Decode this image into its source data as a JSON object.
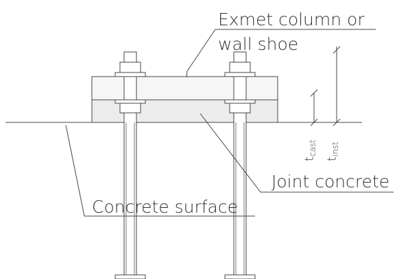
{
  "labels": {
    "shoe_line1": "Exmet column or",
    "shoe_line2": "wall shoe",
    "joint": "Joint concrete",
    "surface": "Concrete surface",
    "t_cast_main": "t",
    "t_cast_sub": "cast",
    "t_inst_main": "t",
    "t_inst_sub": "inst"
  },
  "colors": {
    "stroke": "#444444",
    "plate_fill": "#f6f6f6",
    "joint_fill": "#ececec",
    "text": "#333333"
  }
}
